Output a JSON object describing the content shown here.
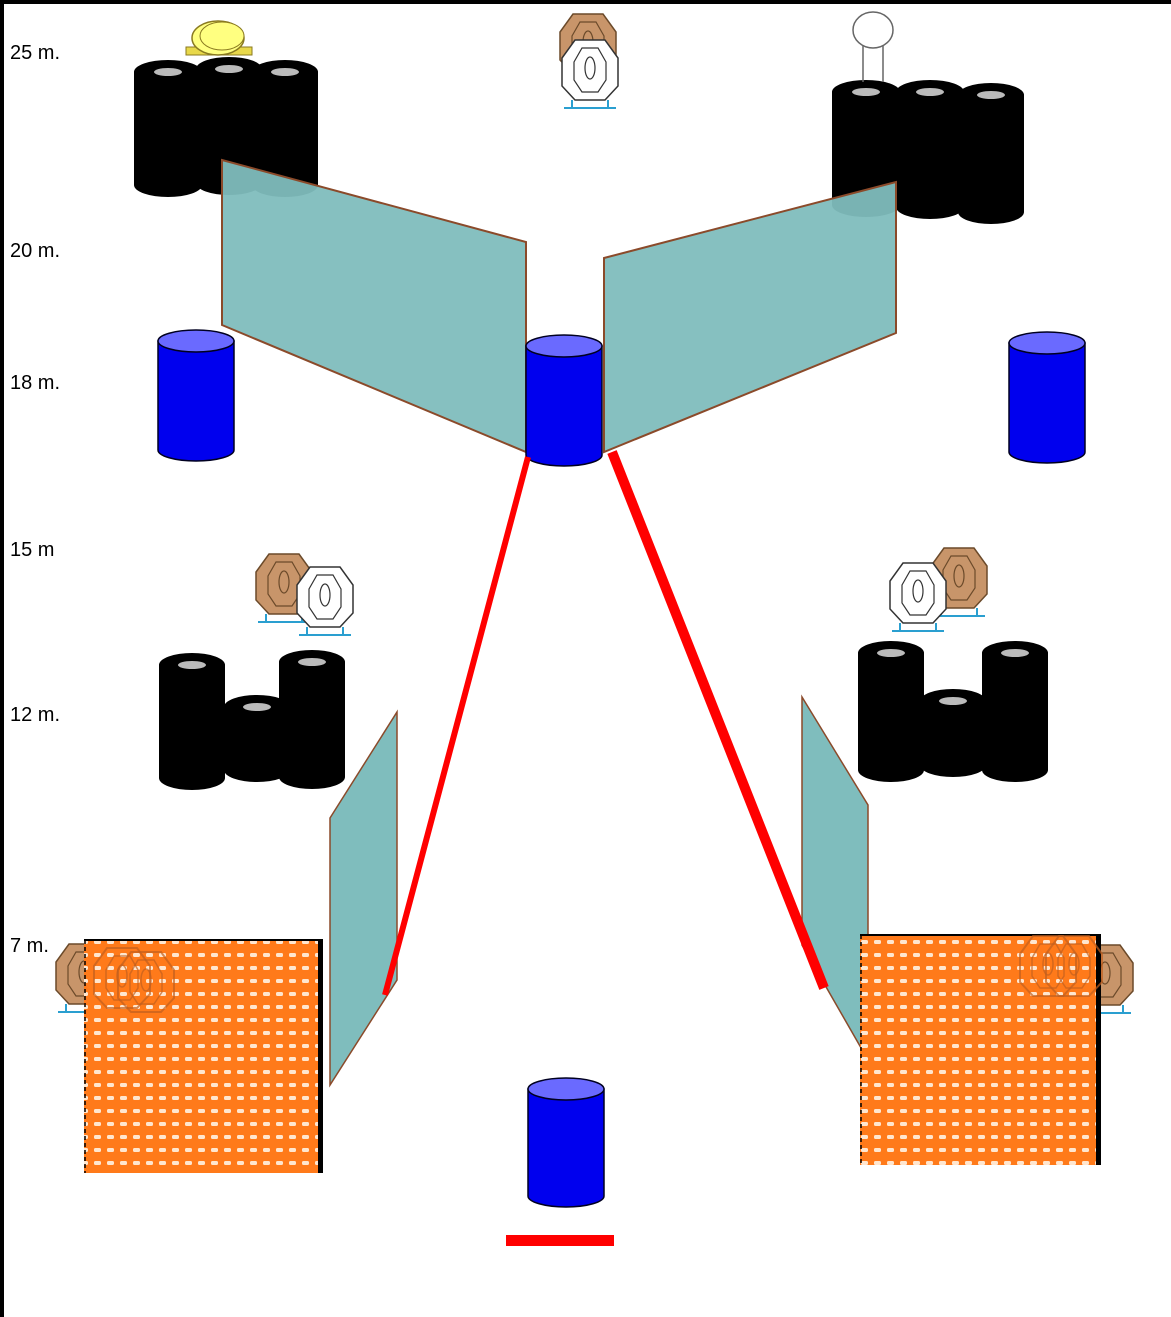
{
  "distance_labels": {
    "m25": "25 m.",
    "m20": "20 m.",
    "m18": "18 m.",
    "m15": "15 m",
    "m12": "12 m.",
    "m7": "7 m."
  },
  "colors": {
    "wall": "#7fbdbd",
    "wall_border": "#8b4a2a",
    "fault_line": "#ff0000",
    "barrel_blue": "#0000ee",
    "barrel_top": "#6a6aff",
    "tire": "#000000",
    "tire_hole": "#bbbbbb",
    "target_tan": "#c8956a",
    "target_white": "#ffffff",
    "target_stand": "#2a9fd0",
    "orange_mesh": "#ff7a1a",
    "popper_yellow": "#ffff80"
  },
  "icons": {
    "target": "ipsc-target-icon",
    "barrel": "barrel-icon",
    "tires": "tire-stack-icon",
    "wall": "barricade-wall-icon",
    "mesh": "hard-cover-mesh-icon",
    "popper": "popper-icon",
    "plate": "plate-icon"
  }
}
